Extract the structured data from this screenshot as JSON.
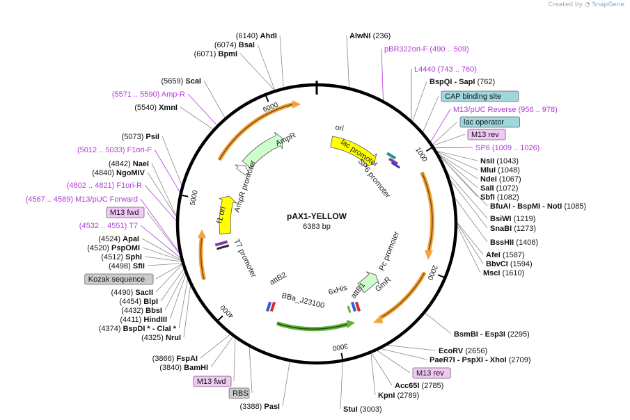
{
  "credit": {
    "prefix": "Created by",
    "brand": "SnapGene"
  },
  "plasmid": {
    "name": "pAX1-YELLOW",
    "size_label": "6383 bp",
    "length": 6383
  },
  "ticks": [
    {
      "pos": 1000,
      "label": "1000"
    },
    {
      "pos": 2000,
      "label": "2000"
    },
    {
      "pos": 3000,
      "label": "3000"
    },
    {
      "pos": 4000,
      "label": "4000"
    },
    {
      "pos": 5000,
      "label": "5000"
    },
    {
      "pos": 6000,
      "label": "6000"
    }
  ],
  "colors": {
    "ori": "#ffff00",
    "amp": "#ccffcc",
    "gmr": "#ccffcc",
    "promoter_arrow": "#f2a33a",
    "green_arrow": "#61b23b",
    "feature_text": "#b13ad6",
    "box_teal": "#9ed7dc",
    "box_purple": "#f0c8f4",
    "box_gray": "#cccccc"
  },
  "arcs": [
    {
      "name": "ori",
      "label": "ori",
      "start": 180,
      "end": 770,
      "dir": 1,
      "r": 120,
      "fill": "#ffff00"
    },
    {
      "name": "ampr",
      "label": "AmpR",
      "start": 5500,
      "end": 6000,
      "dir": 1,
      "r": 132,
      "fill": "#ccffcc"
    },
    {
      "name": "ampr-promoter",
      "label": "",
      "start": 5400,
      "end": 5480,
      "dir": 1,
      "r": 132,
      "fill": "#ffffff"
    },
    {
      "name": "f1-ori",
      "label": "f1 ori",
      "start": 4680,
      "end": 5100,
      "dir": 1,
      "r": 132,
      "fill": "#ffff00"
    },
    {
      "name": "gmr",
      "label": "GmR",
      "start": 2320,
      "end": 2580,
      "dir": -1,
      "r": 112,
      "fill": "#ccffcc"
    }
  ],
  "inner_labels": [
    {
      "name": "ori",
      "text": "ori"
    },
    {
      "name": "ampr",
      "text": "AmpR"
    },
    {
      "name": "f1-ori",
      "text": "f1 ori"
    },
    {
      "name": "gmr",
      "text": "GmR"
    },
    {
      "name": "ampr-promoter",
      "text": "AmpR promoter"
    },
    {
      "name": "lac-promoter",
      "text": "lac promoter"
    },
    {
      "name": "sp6-promoter",
      "text": "SP6 promoter"
    },
    {
      "name": "pc-promoter",
      "text": "Pc promoter"
    },
    {
      "name": "t7-promoter",
      "text": "T7 promoter"
    },
    {
      "name": "attb2",
      "text": "attB2"
    },
    {
      "name": "bba",
      "text": "BBa_J23100"
    },
    {
      "name": "6xhis",
      "text": "6xHis"
    },
    {
      "name": "attb1",
      "text": "attB1"
    }
  ],
  "right_labels": [
    {
      "kind": "site",
      "name": "AlwNI",
      "pos": "(236)"
    },
    {
      "kind": "feature",
      "text": "pBR322ori-F",
      "range": "(490 .. 509)"
    },
    {
      "kind": "feature",
      "text": "L4440",
      "range": "(743 .. 760)"
    },
    {
      "kind": "site",
      "name": "BspQI  - SapI",
      "pos": "(762)"
    },
    {
      "kind": "box",
      "text": "CAP binding site",
      "style": "teal"
    },
    {
      "kind": "feature",
      "text": "M13/pUC Reverse",
      "range": "(956 .. 978)"
    },
    {
      "kind": "box",
      "text": "lac operator",
      "style": "teal"
    },
    {
      "kind": "box",
      "text": "M13 rev",
      "style": "purple"
    },
    {
      "kind": "feature",
      "text": "SP6",
      "range": "(1009 .. 1026)"
    },
    {
      "kind": "site",
      "name": "NsiI",
      "pos": "(1043)"
    },
    {
      "kind": "site",
      "name": "MluI",
      "pos": "(1048)"
    },
    {
      "kind": "site",
      "name": "NdeI",
      "pos": "(1067)"
    },
    {
      "kind": "site",
      "name": "SalI",
      "pos": "(1072)"
    },
    {
      "kind": "site",
      "name": "SbfI",
      "pos": "(1082)"
    },
    {
      "kind": "site",
      "name": "BfuAI  - BspMI  - NotI",
      "pos": "(1085)"
    },
    {
      "kind": "site",
      "name": "BsiWI",
      "pos": "(1219)"
    },
    {
      "kind": "site",
      "name": "SnaBI",
      "pos": "(1273)"
    },
    {
      "kind": "site",
      "name": "BssHII",
      "pos": "(1406)"
    },
    {
      "kind": "site",
      "name": "AfeI",
      "pos": "(1587)"
    },
    {
      "kind": "site",
      "name": "BbvCI",
      "pos": "(1594)"
    },
    {
      "kind": "site",
      "name": "MscI",
      "pos": "(1610)"
    },
    {
      "kind": "site",
      "name": "BsmBI  - Esp3I",
      "pos": "(2295)"
    },
    {
      "kind": "site",
      "name": "EcoRV",
      "pos": "(2656)"
    },
    {
      "kind": "site",
      "name": "PaeR7I  - PspXI  - XhoI",
      "pos": "(2709)"
    },
    {
      "kind": "box",
      "text": "M13 rev",
      "style": "purple"
    },
    {
      "kind": "site",
      "name": "Acc65I",
      "pos": "(2785)"
    },
    {
      "kind": "site",
      "name": "KpnI",
      "pos": "(2789)"
    },
    {
      "kind": "site",
      "name": "StuI",
      "pos": "(3003)"
    }
  ],
  "left_labels": [
    {
      "kind": "site",
      "name": "AhdI",
      "pos": "(6140)"
    },
    {
      "kind": "site",
      "name": "BsaI",
      "pos": "(6074)"
    },
    {
      "kind": "site",
      "name": "BpmI",
      "pos": "(6071)"
    },
    {
      "kind": "site",
      "name": "ScaI",
      "pos": "(5659)"
    },
    {
      "kind": "feature",
      "text": "Amp-R",
      "range": "(5571 .. 5590)"
    },
    {
      "kind": "site",
      "name": "XmnI",
      "pos": "(5540)"
    },
    {
      "kind": "site",
      "name": "PsiI",
      "pos": "(5073)"
    },
    {
      "kind": "feature",
      "text": "F1ori-F",
      "range": "(5012 .. 5033)"
    },
    {
      "kind": "site",
      "name": "NaeI",
      "pos": "(4842)"
    },
    {
      "kind": "site",
      "name": "NgoMIV",
      "pos": "(4840)"
    },
    {
      "kind": "feature",
      "text": "F1ori-R",
      "range": "(4802 .. 4821)"
    },
    {
      "kind": "feature",
      "text": "M13/pUC Forward",
      "range": "(4567 .. 4589)"
    },
    {
      "kind": "box",
      "text": "M13 fwd",
      "style": "purple"
    },
    {
      "kind": "feature",
      "text": "T7",
      "range": "(4532 .. 4551)"
    },
    {
      "kind": "site",
      "name": "ApaI",
      "pos": "(4524)"
    },
    {
      "kind": "site",
      "name": "PspOMI",
      "pos": "(4520)"
    },
    {
      "kind": "site",
      "name": "SphI",
      "pos": "(4512)"
    },
    {
      "kind": "site",
      "name": "SfiI",
      "pos": "(4498)"
    },
    {
      "kind": "box",
      "text": "Kozak sequence",
      "style": "gray"
    },
    {
      "kind": "site",
      "name": "SacII",
      "pos": "(4490)"
    },
    {
      "kind": "site",
      "name": "BlpI",
      "pos": "(4454)"
    },
    {
      "kind": "site",
      "name": "BbsI",
      "pos": "(4432)"
    },
    {
      "kind": "site",
      "name": "HindIII",
      "pos": "(4411)"
    },
    {
      "kind": "site",
      "name": "BspDI *  - ClaI *",
      "pos": "(4374)"
    },
    {
      "kind": "site",
      "name": "NruI",
      "pos": "(4325)"
    },
    {
      "kind": "site",
      "name": "FspAI",
      "pos": "(3866)"
    },
    {
      "kind": "site",
      "name": "BamHI",
      "pos": "(3840)"
    },
    {
      "kind": "box",
      "text": "M13 fwd",
      "style": "purple"
    },
    {
      "kind": "box",
      "text": "RBS",
      "style": "gray"
    },
    {
      "kind": "site",
      "name": "PasI",
      "pos": "(3388)"
    }
  ]
}
